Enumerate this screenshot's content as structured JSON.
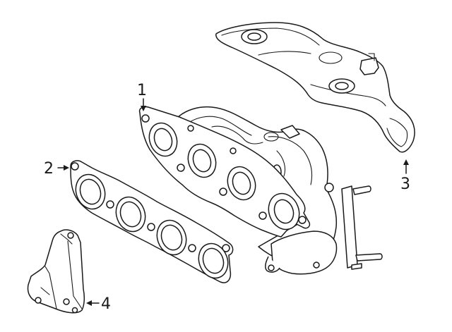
{
  "callouts": [
    {
      "number": "1"
    },
    {
      "number": "2"
    },
    {
      "number": "3"
    },
    {
      "number": "4"
    }
  ]
}
